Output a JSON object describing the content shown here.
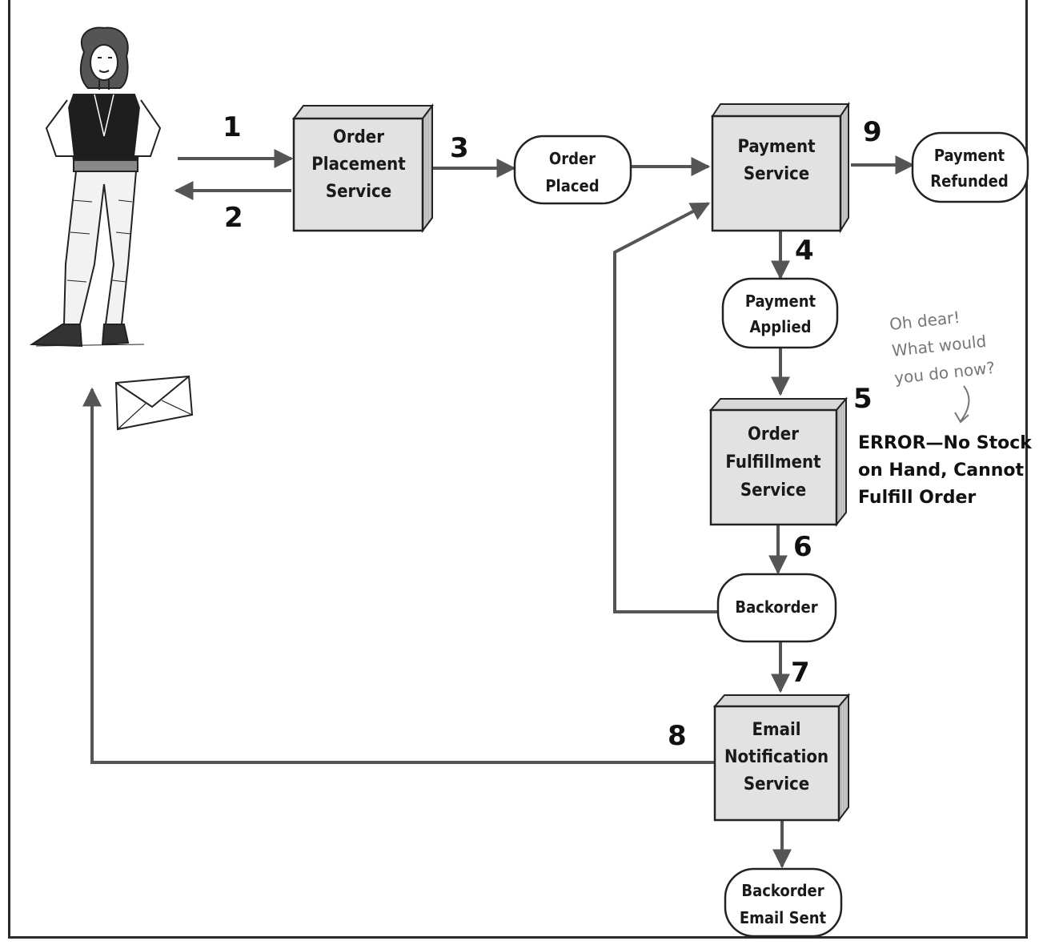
{
  "services": {
    "order_placement": [
      "Order",
      "Placement",
      "Service"
    ],
    "payment": [
      "Payment",
      "Service"
    ],
    "fulfillment": [
      "Order",
      "Fulfillment",
      "Service"
    ],
    "email_notification": [
      "Email",
      "Notification",
      "Service"
    ]
  },
  "events": {
    "order_placed": [
      "Order",
      "Placed"
    ],
    "payment_refunded": [
      "Payment",
      "Refunded"
    ],
    "payment_applied": [
      "Payment",
      "Applied"
    ],
    "backorder": [
      "Backorder"
    ],
    "backorder_email_sent": [
      "Backorder",
      "Email Sent"
    ]
  },
  "steps": {
    "s1": "1",
    "s2": "2",
    "s3": "3",
    "s4": "4",
    "s5": "5",
    "s6": "6",
    "s7": "7",
    "s8": "8",
    "s9": "9"
  },
  "annotation": {
    "line1": "Oh dear!",
    "line2": "What would",
    "line3": "you do now?"
  },
  "error": {
    "line1": "ERROR—No Stock",
    "line2": "on Hand, Cannot",
    "line3": "Fulfill Order"
  },
  "colors": {
    "arrow": "#555555",
    "box_fill": "#e2e2e2",
    "box_side": "#c4c4c4",
    "outline": "#222222",
    "note": "#777777"
  },
  "icons": [
    "person-illustration",
    "envelope-icon"
  ]
}
